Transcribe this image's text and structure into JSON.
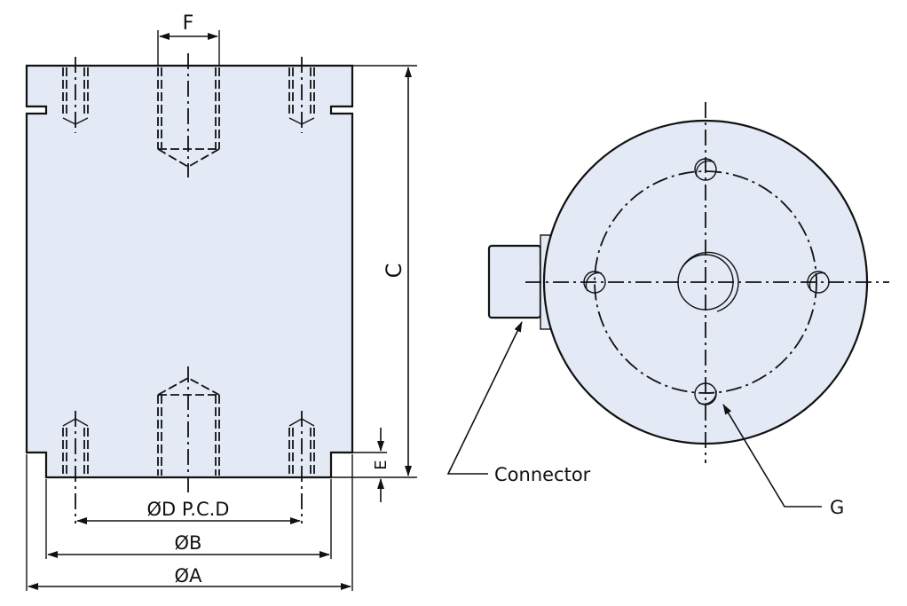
{
  "drawing": {
    "colors": {
      "body_fill": "#e3eaf6",
      "line": "#111111",
      "background": "#ffffff"
    },
    "side_view": {
      "dimensions": {
        "F": "F",
        "C": "C",
        "E": "E",
        "D": "ØD P.C.D",
        "B": "ØB",
        "A": "ØA"
      }
    },
    "top_view": {
      "callouts": {
        "connector": "Connector",
        "G": "G"
      }
    }
  }
}
